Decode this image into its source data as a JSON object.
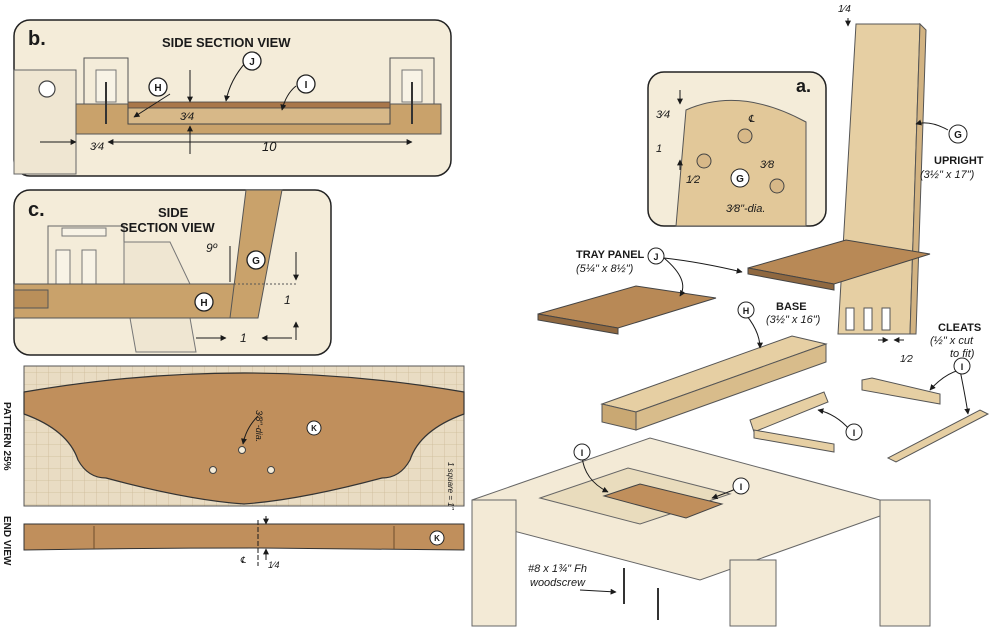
{
  "panel_b": {
    "tag": "b.",
    "title": "SIDE SECTION VIEW",
    "callout_j": "J",
    "callout_h": "H",
    "callout_i": "I",
    "dim_thickness": "3⁄4",
    "dim_edge": "3⁄4",
    "dim_length": "10"
  },
  "panel_c": {
    "tag": "c.",
    "title_line1": "SIDE",
    "title_line2": "SECTION VIEW",
    "angle": "9º",
    "callout_g": "G",
    "callout_h": "H",
    "dim_height": "1",
    "dim_width": "1"
  },
  "pattern": {
    "side_label": "PATTERN 25%",
    "hole_label": "3⁄8\"-dia.",
    "callout_k": "K",
    "grid_note": "1 square = 1\""
  },
  "end_view": {
    "side_label": "END VIEW",
    "callout_k": "K",
    "centerline": "℄",
    "dim": "1⁄4"
  },
  "panel_a": {
    "tag": "a.",
    "dim_top": "3⁄4",
    "dim_spacing": "1",
    "dim_edge": "1⁄2",
    "dim_offset": "3⁄8",
    "hole_label": "3⁄8\"-dia.",
    "callout_g": "G",
    "centerline": "℄"
  },
  "assembly": {
    "dim_top": "1⁄4",
    "upright_callout": "G",
    "upright_name": "UPRIGHT",
    "upright_size": "(3½\" x 17\")",
    "tray_callout": "J",
    "tray_name": "TRAY PANEL",
    "tray_size": "(5¼\" x 8½\")",
    "base_callout": "H",
    "base_name": "BASE",
    "base_size": "(3½\" x 16\")",
    "cleats_callout": "I",
    "cleats_name": "CLEATS",
    "cleats_size_line1": "(½\" x cut",
    "cleats_size_line2": "to fit)",
    "cleat_callout2": "I",
    "frame_callout": "I",
    "frame_callout2": "I",
    "tenon_dim": "1⁄2",
    "screw_line1": "#8 x 1¾\" Fh",
    "screw_line2": "woodscrew"
  }
}
